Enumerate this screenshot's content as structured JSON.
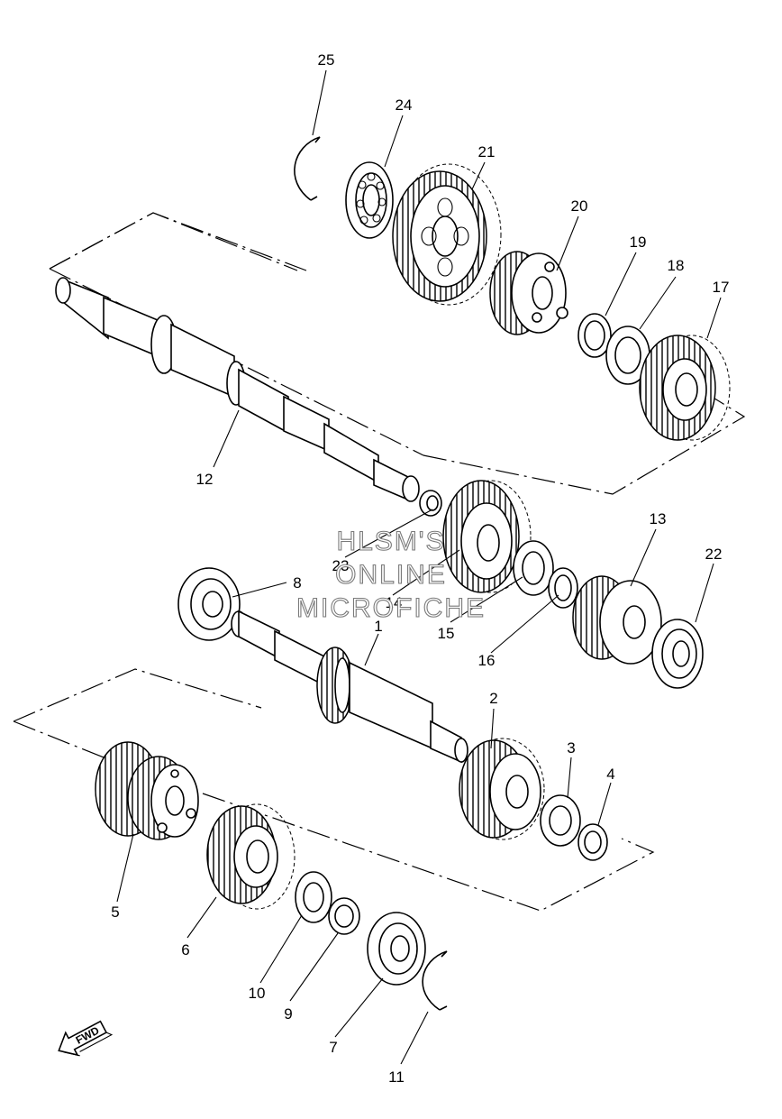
{
  "watermark": {
    "lines": [
      "HLSM'S",
      "ONLINE",
      "MICROFICHE"
    ]
  },
  "direction_marker": {
    "text": "FWD",
    "icon": "fwd-arrow-icon"
  },
  "part_labels": [
    "1",
    "2",
    "3",
    "4",
    "5",
    "6",
    "7",
    "8",
    "9",
    "10",
    "11",
    "12",
    "13",
    "14",
    "15",
    "16",
    "17",
    "18",
    "19",
    "20",
    "21",
    "22",
    "23",
    "24",
    "25"
  ]
}
